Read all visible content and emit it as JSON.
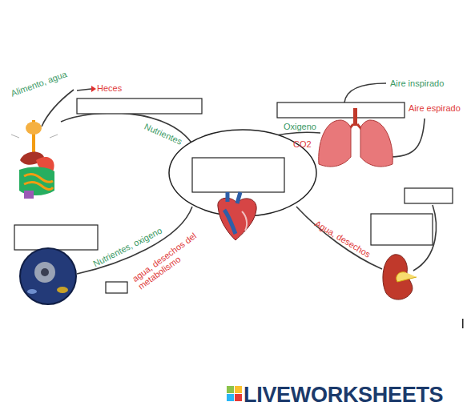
{
  "diagram": {
    "labels": [
      "Alimento, agua",
      "Heces",
      "Nutrientes",
      "Aire inspirado",
      "Aire espirado",
      "Oxigeno",
      "CO2",
      "Agua, desechos",
      "Nutrientes, oxigeno",
      "agua, desechos del metabolismo",
      "LIVEWORKSHEETS"
    ]
  }
}
